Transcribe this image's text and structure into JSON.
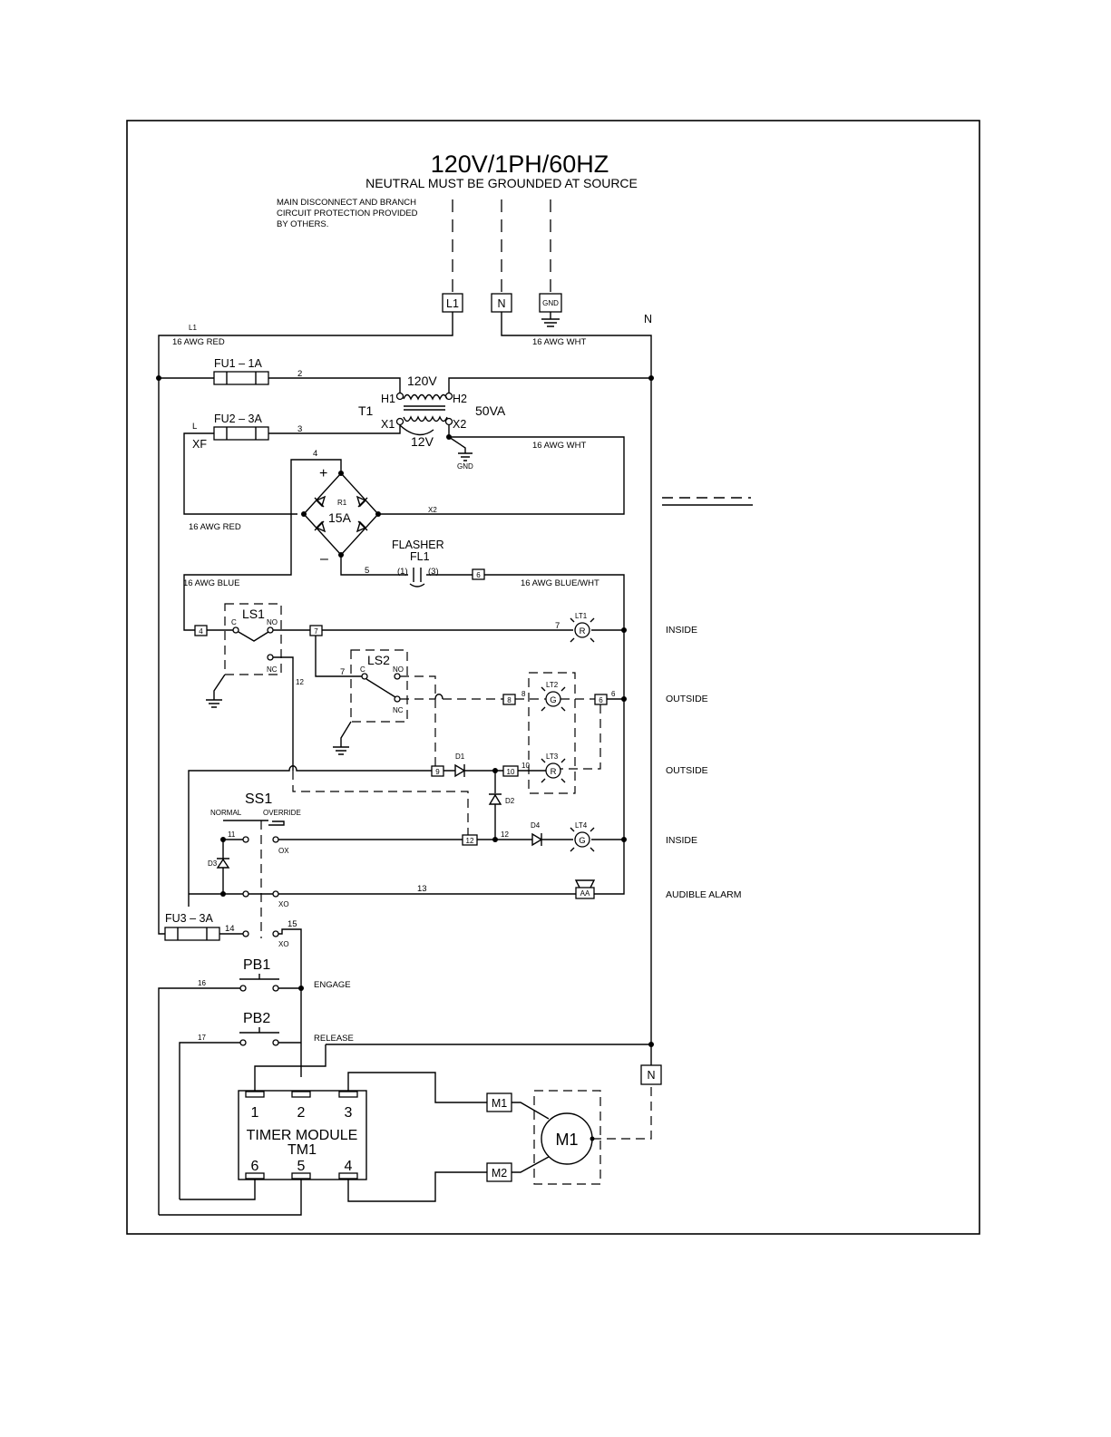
{
  "header": {
    "title": "120V/1PH/60HZ",
    "subtitle": "NEUTRAL MUST BE GROUNDED AT SOURCE",
    "note": [
      "MAIN DISCONNECT AND BRANCH",
      "CIRCUIT PROTECTION PROVIDED",
      "BY OTHERS."
    ]
  },
  "terminals": {
    "l1": "L1",
    "n": "N",
    "gnd": "GND",
    "n_label": "N",
    "n_bottom": "N",
    "t4": "4",
    "t7": "7",
    "t6a": "6",
    "t8": "8",
    "t6b": "6",
    "t9": "9",
    "t10": "10",
    "t12": "12",
    "m1": "M1",
    "m2": "M2"
  },
  "wires": {
    "l1": "L1",
    "awg_red_top": "16 AWG RED",
    "awg_wht_top": "16 AWG WHT",
    "w2": "2",
    "w3": "3",
    "l": "L",
    "xf": "XF",
    "awg_wht_mid": "16 AWG WHT",
    "w4": "4",
    "x2": "X2",
    "awg_red_mid": "16 AWG RED",
    "w5": "5",
    "awg_blue": "16 AWG BLUE",
    "awg_bluewht": "16 AWG BLUE/WHT",
    "w7a": "7",
    "w12a": "12",
    "w7b": "7",
    "w8": "8",
    "w6": "6",
    "w10": "10",
    "w12b": "12",
    "w11": "11",
    "w13": "13",
    "w14": "14",
    "w15": "15",
    "w16": "16",
    "w17": "17"
  },
  "components": {
    "fu1": "FU1 – 1A",
    "fu2": "FU2 – 3A",
    "fu3": "FU3 – 3A",
    "t1": "T1",
    "v120": "120V",
    "va50": "50VA",
    "v12": "12V",
    "h1": "H1",
    "h2": "H2",
    "x1": "X1",
    "x2": "X2",
    "gnd": "GND",
    "bridge_ref": "R1",
    "bridge_rating": "15A",
    "plus": "+",
    "minus": "–",
    "flasher": "FLASHER",
    "fl1": "FL1",
    "fl_p1": "(1)",
    "fl_p3": "(3)",
    "ls1": "LS1",
    "ls1_c": "C",
    "ls1_no": "NO",
    "ls1_nc": "NC",
    "ls2": "LS2",
    "ls2_c": "C",
    "ls2_no": "NO",
    "ls2_nc": "NC",
    "lt1": "LT1",
    "lt1_letter": "R",
    "lt2": "LT2",
    "lt2_letter": "G",
    "lt3": "LT3",
    "lt3_letter": "R",
    "lt4": "LT4",
    "lt4_letter": "G",
    "d1": "D1",
    "d2": "D2",
    "d3": "D3",
    "d4": "D4",
    "ss1": "SS1",
    "normal": "NORMAL",
    "override": "OVERRIDE",
    "ox": "OX",
    "xo1": "XO",
    "xo2": "XO",
    "aa": "AA",
    "pb1": "PB1",
    "pb2": "PB2",
    "engage": "ENGAGE",
    "release": "RELEASE",
    "timer_line1": "TIMER MODULE",
    "timer_line2": "TM1",
    "tm_pins": [
      "1",
      "2",
      "3",
      "6",
      "5",
      "4"
    ],
    "motor": "M1"
  },
  "legend": {
    "inside1": "INSIDE",
    "outside1": "OUTSIDE",
    "outside2": "OUTSIDE",
    "inside2": "INSIDE",
    "alarm": "AUDIBLE ALARM"
  }
}
